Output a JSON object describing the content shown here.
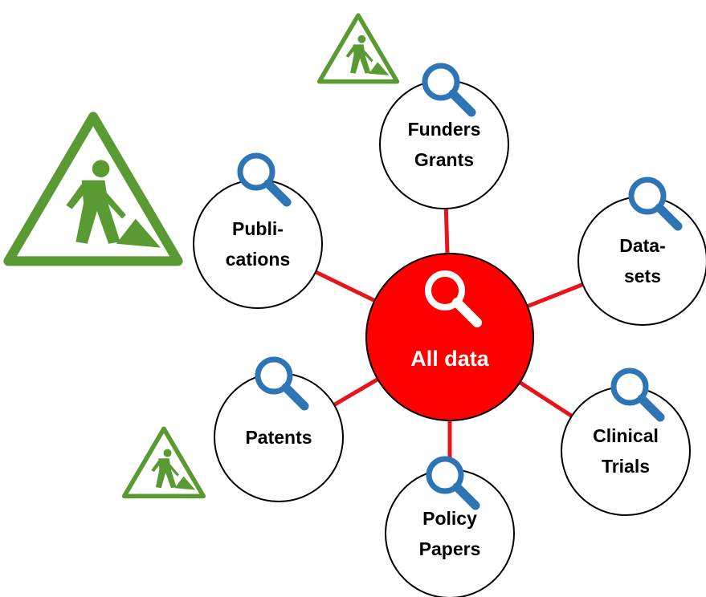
{
  "center": {
    "label": "All data",
    "fill_color": "#ff0000",
    "icon": "search-icon"
  },
  "nodes": [
    {
      "id": "funders-grants",
      "lines": [
        "Funders",
        "Grants"
      ],
      "icon": "search-icon",
      "under_construction": true
    },
    {
      "id": "datasets",
      "lines": [
        "Data-",
        "sets"
      ],
      "icon": "search-icon",
      "under_construction": false
    },
    {
      "id": "clinical-trials",
      "lines": [
        "Clinical",
        "Trials"
      ],
      "icon": "search-icon",
      "under_construction": false
    },
    {
      "id": "policy-papers",
      "lines": [
        "Policy",
        "Papers"
      ],
      "icon": "search-icon",
      "under_construction": false
    },
    {
      "id": "patents",
      "lines": [
        "Patents"
      ],
      "icon": "search-icon",
      "under_construction": true
    },
    {
      "id": "publications",
      "lines": [
        "Publi-",
        "cations"
      ],
      "icon": "search-icon",
      "under_construction": true
    }
  ],
  "colors": {
    "connector": "#e8141c",
    "magnifier": "#2e75b6",
    "construction_sign": "#5a9a33",
    "node_fill": "#ffffff",
    "node_stroke": "#000000"
  },
  "sign_icon": "road-work-sign-icon"
}
